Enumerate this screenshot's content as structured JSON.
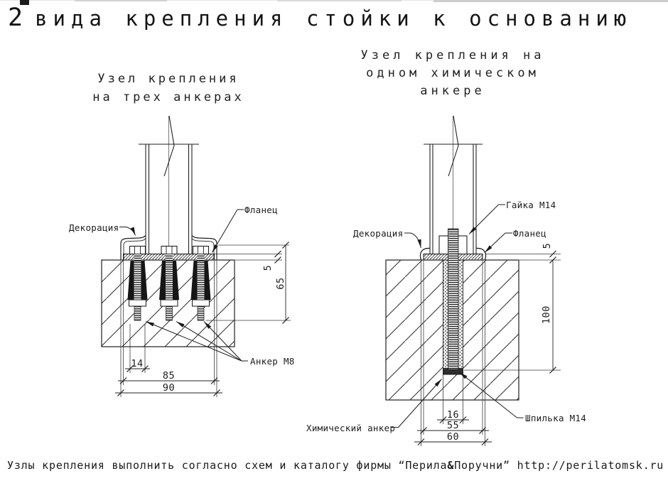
{
  "title": {
    "number": "2",
    "text": "вида крепления стойки к основанию"
  },
  "left": {
    "subtitle": [
      "Узел крепления",
      "на трех анкерах"
    ],
    "labels": {
      "decoration": "Декорация",
      "flange": "Фланец",
      "anchor": "Анкер М8"
    },
    "dims": {
      "flange_thickness": "5",
      "anchor_depth": "65",
      "anchor_diameter": "14",
      "flange_width": "85",
      "cover_width": "90"
    }
  },
  "right": {
    "subtitle": [
      "Узел крепления на",
      "одном химическом",
      "анкере"
    ],
    "labels": {
      "nut": "Гайка М14",
      "decoration": "Декорация",
      "flange": "Фланец",
      "chemical_anchor": "Химический анкер",
      "stud": "Шпилька М14"
    },
    "dims": {
      "flange_thickness": "5",
      "anchor_depth": "100",
      "hole_width": "16",
      "flange_width": "55",
      "cover_width": "60"
    }
  },
  "footnote": {
    "pre": "Узлы крепления выполнить согласно схем и каталогу фирмы “Перила",
    "amp": "&",
    "post": "Поручни” http://perilatomsk.ru"
  }
}
